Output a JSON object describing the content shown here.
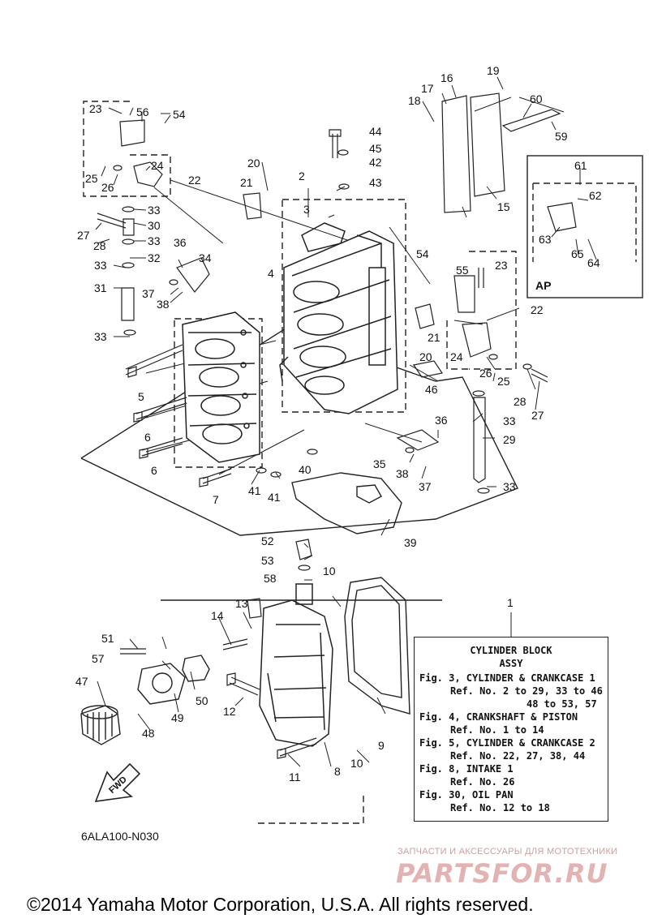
{
  "diagram": {
    "callouts": [
      {
        "id": "c1",
        "text": "1"
      },
      {
        "id": "c2",
        "text": "2"
      },
      {
        "id": "c3",
        "text": "3"
      },
      {
        "id": "c4",
        "text": "4"
      },
      {
        "id": "c5",
        "text": "5"
      },
      {
        "id": "c6a",
        "text": "6"
      },
      {
        "id": "c6b",
        "text": "6"
      },
      {
        "id": "c7",
        "text": "7"
      },
      {
        "id": "c8",
        "text": "8"
      },
      {
        "id": "c9",
        "text": "9"
      },
      {
        "id": "c10a",
        "text": "10"
      },
      {
        "id": "c10b",
        "text": "10"
      },
      {
        "id": "c11",
        "text": "11"
      },
      {
        "id": "c12",
        "text": "12"
      },
      {
        "id": "c13",
        "text": "13"
      },
      {
        "id": "c14",
        "text": "14"
      },
      {
        "id": "c15",
        "text": "15"
      },
      {
        "id": "c16",
        "text": "16"
      },
      {
        "id": "c17",
        "text": "17"
      },
      {
        "id": "c18",
        "text": "18"
      },
      {
        "id": "c19",
        "text": "19"
      },
      {
        "id": "c20a",
        "text": "20"
      },
      {
        "id": "c20b",
        "text": "20"
      },
      {
        "id": "c21a",
        "text": "21"
      },
      {
        "id": "c21b",
        "text": "21"
      },
      {
        "id": "c22a",
        "text": "22"
      },
      {
        "id": "c22b",
        "text": "22"
      },
      {
        "id": "c23a",
        "text": "23"
      },
      {
        "id": "c23b",
        "text": "23"
      },
      {
        "id": "c24a",
        "text": "24"
      },
      {
        "id": "c24b",
        "text": "24"
      },
      {
        "id": "c25a",
        "text": "25"
      },
      {
        "id": "c25b",
        "text": "25"
      },
      {
        "id": "c26a",
        "text": "26"
      },
      {
        "id": "c26b",
        "text": "26"
      },
      {
        "id": "c27a",
        "text": "27"
      },
      {
        "id": "c27b",
        "text": "27"
      },
      {
        "id": "c28a",
        "text": "28"
      },
      {
        "id": "c28b",
        "text": "28"
      },
      {
        "id": "c29",
        "text": "29"
      },
      {
        "id": "c30",
        "text": "30"
      },
      {
        "id": "c31",
        "text": "31"
      },
      {
        "id": "c32",
        "text": "32"
      },
      {
        "id": "c33a",
        "text": "33"
      },
      {
        "id": "c33b",
        "text": "33"
      },
      {
        "id": "c33c",
        "text": "33"
      },
      {
        "id": "c33d",
        "text": "33"
      },
      {
        "id": "c33e",
        "text": "33"
      },
      {
        "id": "c33f",
        "text": "33"
      },
      {
        "id": "c34",
        "text": "34"
      },
      {
        "id": "c35",
        "text": "35"
      },
      {
        "id": "c36a",
        "text": "36"
      },
      {
        "id": "c36b",
        "text": "36"
      },
      {
        "id": "c37a",
        "text": "37"
      },
      {
        "id": "c37b",
        "text": "37"
      },
      {
        "id": "c38a",
        "text": "38"
      },
      {
        "id": "c38b",
        "text": "38"
      },
      {
        "id": "c39",
        "text": "39"
      },
      {
        "id": "c40",
        "text": "40"
      },
      {
        "id": "c41a",
        "text": "41"
      },
      {
        "id": "c41b",
        "text": "41"
      },
      {
        "id": "c42",
        "text": "42"
      },
      {
        "id": "c43",
        "text": "43"
      },
      {
        "id": "c44",
        "text": "44"
      },
      {
        "id": "c45",
        "text": "45"
      },
      {
        "id": "c46",
        "text": "46"
      },
      {
        "id": "c47",
        "text": "47"
      },
      {
        "id": "c48",
        "text": "48"
      },
      {
        "id": "c49",
        "text": "49"
      },
      {
        "id": "c50",
        "text": "50"
      },
      {
        "id": "c51",
        "text": "51"
      },
      {
        "id": "c52",
        "text": "52"
      },
      {
        "id": "c53",
        "text": "53"
      },
      {
        "id": "c54a",
        "text": "54"
      },
      {
        "id": "c54b",
        "text": "54"
      },
      {
        "id": "c55",
        "text": "55"
      },
      {
        "id": "c56",
        "text": "56"
      },
      {
        "id": "c57",
        "text": "57"
      },
      {
        "id": "c58",
        "text": "58"
      },
      {
        "id": "c59",
        "text": "59"
      },
      {
        "id": "c60",
        "text": "60"
      },
      {
        "id": "c61",
        "text": "61"
      },
      {
        "id": "c62",
        "text": "62"
      },
      {
        "id": "c63",
        "text": "63"
      },
      {
        "id": "c64",
        "text": "64"
      },
      {
        "id": "c65",
        "text": "65"
      }
    ],
    "ap_label": "AP",
    "fwd_label": "FWD",
    "figure_code": "6ALA100-N030"
  },
  "assy_box": {
    "title": "CYLINDER BLOCK",
    "subtitle": "ASSY",
    "lines": [
      "Fig. 3, CYLINDER & CRANKCASE 1",
      "Ref. No. 2 to 29, 33 to 46",
      "48 to 53, 57",
      "Fig. 4, CRANKSHAFT & PISTON",
      "Ref. No. 1 to 14",
      "Fig. 5, CYLINDER & CRANKCASE 2",
      "Ref. No. 22, 27, 38, 44",
      "Fig. 8, INTAKE 1",
      "Ref. No. 26",
      "Fig. 30, OIL PAN",
      "Ref. No. 12 to 18"
    ]
  },
  "watermark": {
    "tagline": "ЗАПЧАСТИ И АКСЕССУАРЫ ДЛЯ МОТОТЕХНИКИ",
    "logo": "PARTSFOR.RU"
  },
  "footer": {
    "copyright": "©2014 Yamaha Motor Corporation, U.S.A. All rights reserved."
  }
}
